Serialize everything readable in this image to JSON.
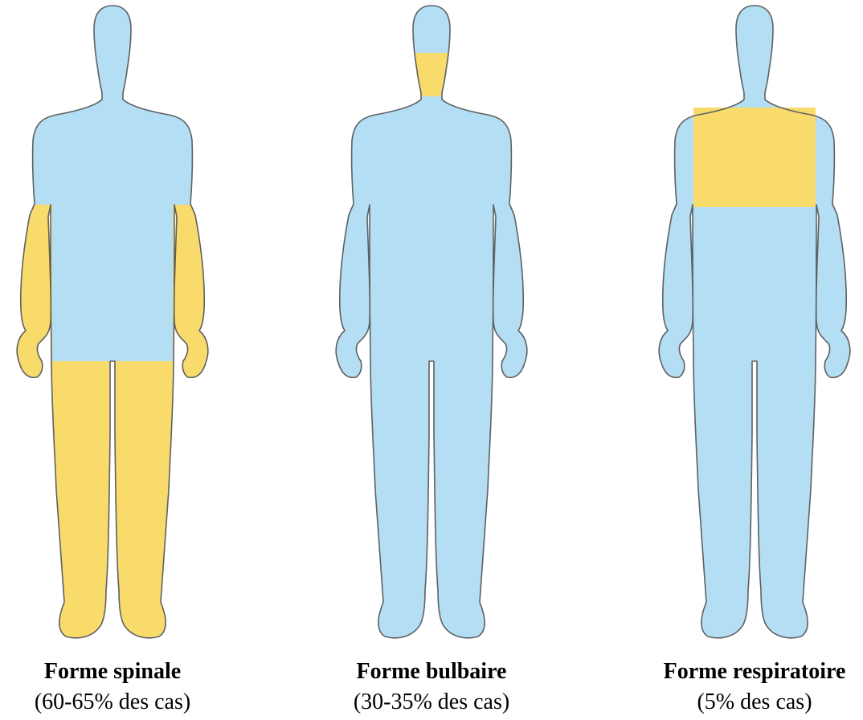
{
  "colors": {
    "body": "#b3def3",
    "affected": "#f9db6b",
    "outline": "#5f6062"
  },
  "figures": [
    {
      "title": "Forme spinale",
      "subtitle": "(60-65% des cas)",
      "affected_region": "arms-and-legs"
    },
    {
      "title": "Forme bulbaire",
      "subtitle": "(30-35% des cas)",
      "affected_region": "neck"
    },
    {
      "title": "Forme respiratoire",
      "subtitle": "(5% des cas)",
      "affected_region": "chest"
    }
  ]
}
